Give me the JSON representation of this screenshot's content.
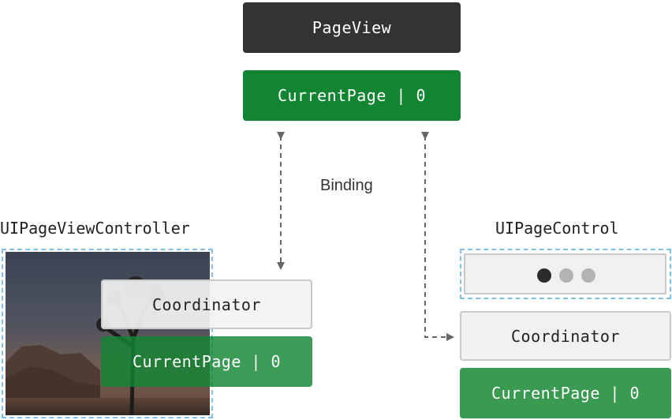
{
  "diagram": {
    "top": {
      "page_view_label": "PageView",
      "current_page_label": "CurrentPage | 0"
    },
    "binding_label": "Binding",
    "left": {
      "title": "UIPageViewController",
      "coordinator_label": "Coordinator",
      "current_page_label": "CurrentPage | 0"
    },
    "right": {
      "title": "UIPageControl",
      "coordinator_label": "Coordinator",
      "current_page_label": "CurrentPage | 0",
      "page_dots": {
        "count": 3,
        "current_index": 0,
        "active_color": "#2b2b2b",
        "inactive_color": "#b3b3b3"
      }
    },
    "colors": {
      "dark_box": "#333333",
      "green_box": "#128533",
      "dashed_frame": "#7fc1e8",
      "arrow": "#666666"
    }
  }
}
